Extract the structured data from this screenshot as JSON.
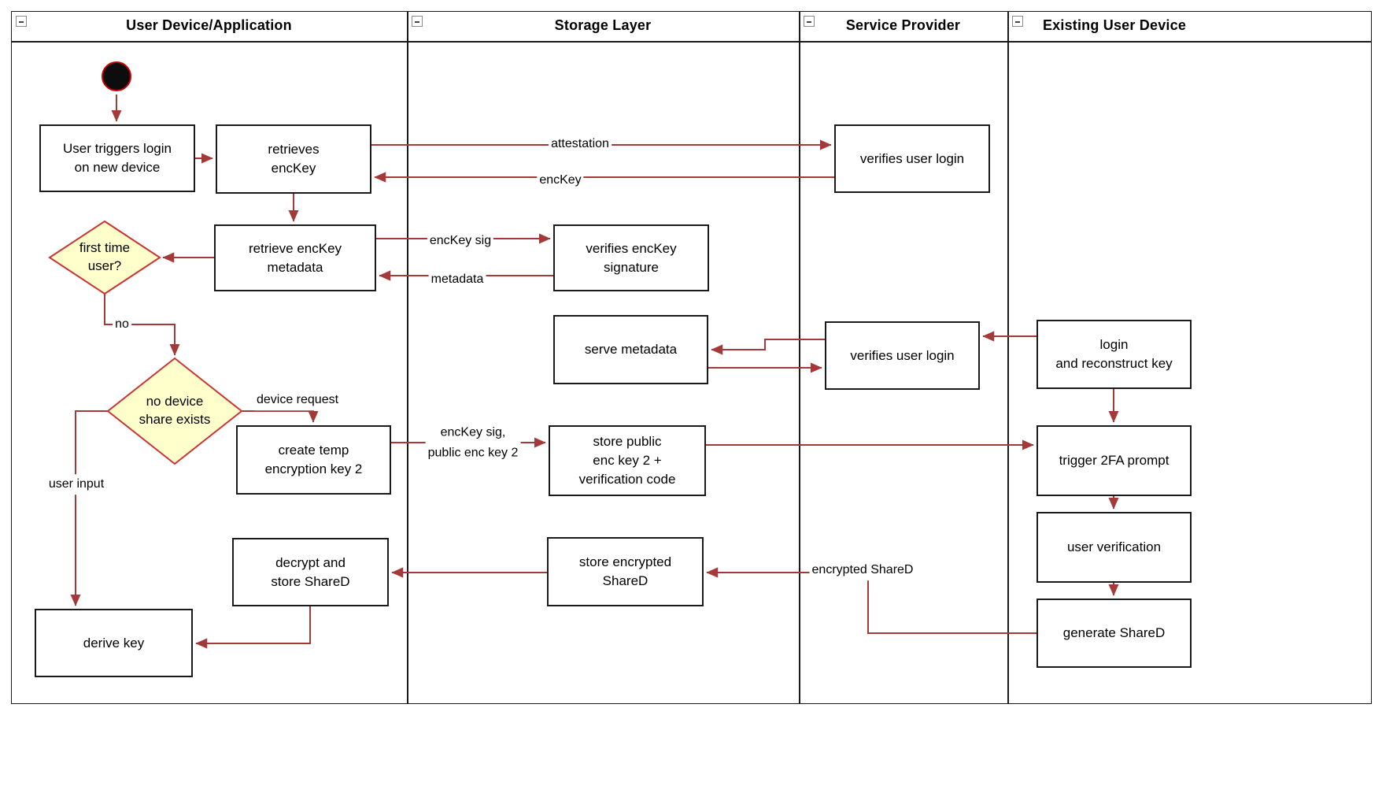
{
  "colors": {
    "arrow": "#a33939",
    "diamond-fill": "#ffffcc",
    "diamond-border": "#cc3333",
    "start-fill": "#0d0d0d",
    "start-ring": "#cc0000",
    "node-fill": "#ffffff",
    "node-border": "#1a1a1a"
  },
  "lanes": [
    {
      "title": "User Device/Application"
    },
    {
      "title": "Storage Layer"
    },
    {
      "title": "Service Provider"
    },
    {
      "title": "Existing User Device"
    }
  ],
  "nodes": {
    "user_triggers_login": "User triggers login\non new device",
    "retrieves_enckey": "retrieves\nencKey",
    "verifies_user_login_top": "verifies user login",
    "retrieve_enckey_metadata": "retrieve encKey\nmetadata",
    "verifies_enckey_signature": "verifies encKey\nsignature",
    "first_time_user": "first time\nuser?",
    "serve_metadata": "serve metadata",
    "verifies_user_login_mid": "verifies user login",
    "login_and_reconstruct_key": "login\nand reconstruct key",
    "no_device_share_exists": "no device\nshare exists",
    "create_temp_encryption_key_2": "create temp\nencryption key 2",
    "store_public_enc_key_2": "store public\nenc key 2 +\nverification code",
    "trigger_2fa_prompt": "trigger 2FA prompt",
    "user_verification": "user verification",
    "decrypt_and_store_shared": "decrypt and\nstore ShareD",
    "store_encrypted_shared": "store encrypted\nShareD",
    "generate_shared": "generate ShareD",
    "derive_key": "derive key"
  },
  "edge_labels": {
    "attestation": "attestation",
    "enckey": "encKey",
    "enckey_sig": "encKey sig",
    "metadata": "metadata",
    "no": "no",
    "device_request": "device request",
    "enckey_sig_public_key_2": "encKey sig,\npublic enc key 2",
    "user_input": "user input",
    "encrypted_shared": "encrypted ShareD"
  }
}
